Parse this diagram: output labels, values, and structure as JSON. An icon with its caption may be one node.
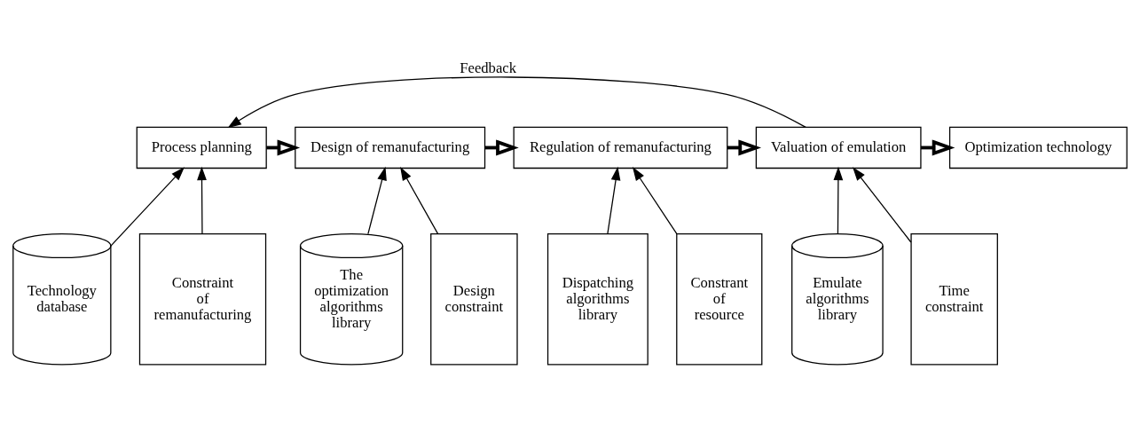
{
  "diagram": {
    "nodes": [
      {
        "text": [
          "Process planning"
        ]
      },
      {
        "text": [
          "Design of remanufacturing"
        ]
      },
      {
        "text": [
          "Regulation of remanufacturing"
        ]
      },
      {
        "text": [
          "Valuation of emulation"
        ]
      },
      {
        "text": [
          "Optimization technology"
        ]
      },
      {
        "text": [
          "Technology database"
        ]
      },
      {
        "text": [
          "Constraint of remanufacturing"
        ]
      },
      {
        "text": [
          "The optimization algorithms library"
        ]
      },
      {
        "text": [
          "Design constraint"
        ]
      },
      {
        "text": [
          "Dispatching algorithms library"
        ]
      },
      {
        "text": [
          "Constrant of resource"
        ]
      },
      {
        "text": [
          "Emulate algorithms library"
        ]
      },
      {
        "text": [
          "Time constraint"
        ]
      }
    ],
    "edges": [
      {
        "from": 5,
        "to": 0,
        "arrow": "to"
      },
      {
        "from": 6,
        "to": 0,
        "arrow": "to"
      },
      {
        "from": 7,
        "to": 1,
        "arrow": "to"
      },
      {
        "from": 8,
        "to": 1,
        "arrow": "to"
      },
      {
        "from": 9,
        "to": 2,
        "arrow": "to"
      },
      {
        "from": 10,
        "to": 2,
        "arrow": "to"
      },
      {
        "from": 11,
        "to": 3,
        "arrow": "to"
      },
      {
        "from": 12,
        "to": 3,
        "arrow": "to"
      },
      {
        "from": 0,
        "to": 1,
        "arrow": "to",
        "style": "thick"
      },
      {
        "from": 1,
        "to": 2,
        "arrow": "to",
        "style": "thick"
      },
      {
        "from": 2,
        "to": 3,
        "arrow": "to",
        "style": "thick"
      },
      {
        "from": 3,
        "to": 4,
        "arrow": "to",
        "style": "thick"
      },
      {
        "from": 3,
        "to": 0,
        "arrow": "to",
        "label": "Feedback"
      }
    ]
  }
}
